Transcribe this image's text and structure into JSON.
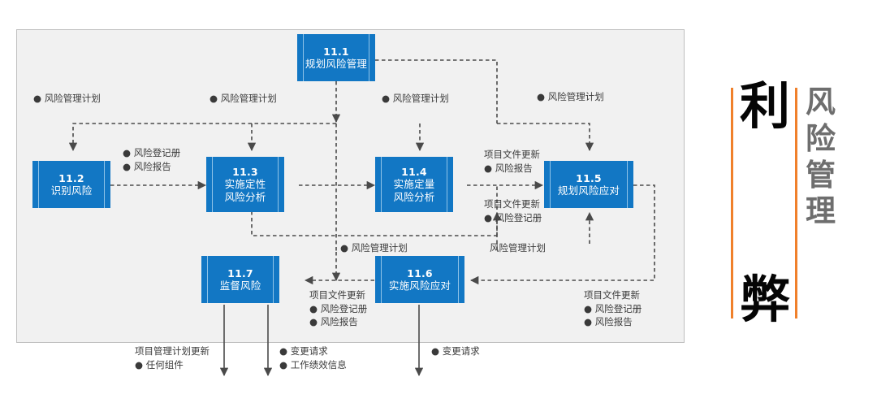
{
  "panel": {
    "background_color": "#f1f1f1",
    "border_color": "#bfbfbf"
  },
  "theme": {
    "box_fill": "#1277c4",
    "box_inner_line": "#8fc3e8",
    "accent_orange": "#f0802b",
    "text_gray": "#6e6e6e",
    "arrow_gray": "#5a5a5a"
  },
  "boxes": [
    {
      "id": "11.1",
      "number": "11.1",
      "name": "规划风险管理"
    },
    {
      "id": "11.2",
      "number": "11.2",
      "name": "识别风险"
    },
    {
      "id": "11.3",
      "number": "11.3",
      "name": "实施定性\n风险分析"
    },
    {
      "id": "11.4",
      "number": "11.4",
      "name": "实施定量\n风险分析"
    },
    {
      "id": "11.5",
      "number": "11.5",
      "name": "规划风险应对"
    },
    {
      "id": "11.6",
      "number": "11.6",
      "name": "实施风险应对"
    },
    {
      "id": "11.7",
      "number": "11.7",
      "name": "监督风险"
    }
  ],
  "annotations": {
    "plan_to_identify": "● 风险管理计划",
    "plan_to_qualitative": "● 风险管理计划",
    "plan_to_quantitative": "● 风险管理计划",
    "plan_to_response": "● 风险管理计划",
    "identify_to_qualitative": "● 风险登记册\n● 风险报告",
    "quantitative_to_response_top": "项目文件更新\n● 风险报告",
    "quantitative_to_response_bottom": "项目文件更新\n● 风险登记册",
    "plan_to_monitor": "● 风险管理计划",
    "plan_to_implement": "风险管理计划",
    "implement_to_monitor": "项目文件更新\n● 风险登记册\n● 风险报告",
    "response_loop_to_implement": "项目文件更新\n● 风险登记册\n● 风险报告",
    "out_monitor_left": "项目管理计划更新\n● 任何组件",
    "out_monitor_mid": "● 变更请求\n● 工作绩效信息",
    "out_implement": "● 变更请求"
  },
  "headline": {
    "big_top": "利",
    "big_bottom": "弊",
    "vertical_title": [
      "风",
      "险",
      "管",
      "理"
    ]
  }
}
